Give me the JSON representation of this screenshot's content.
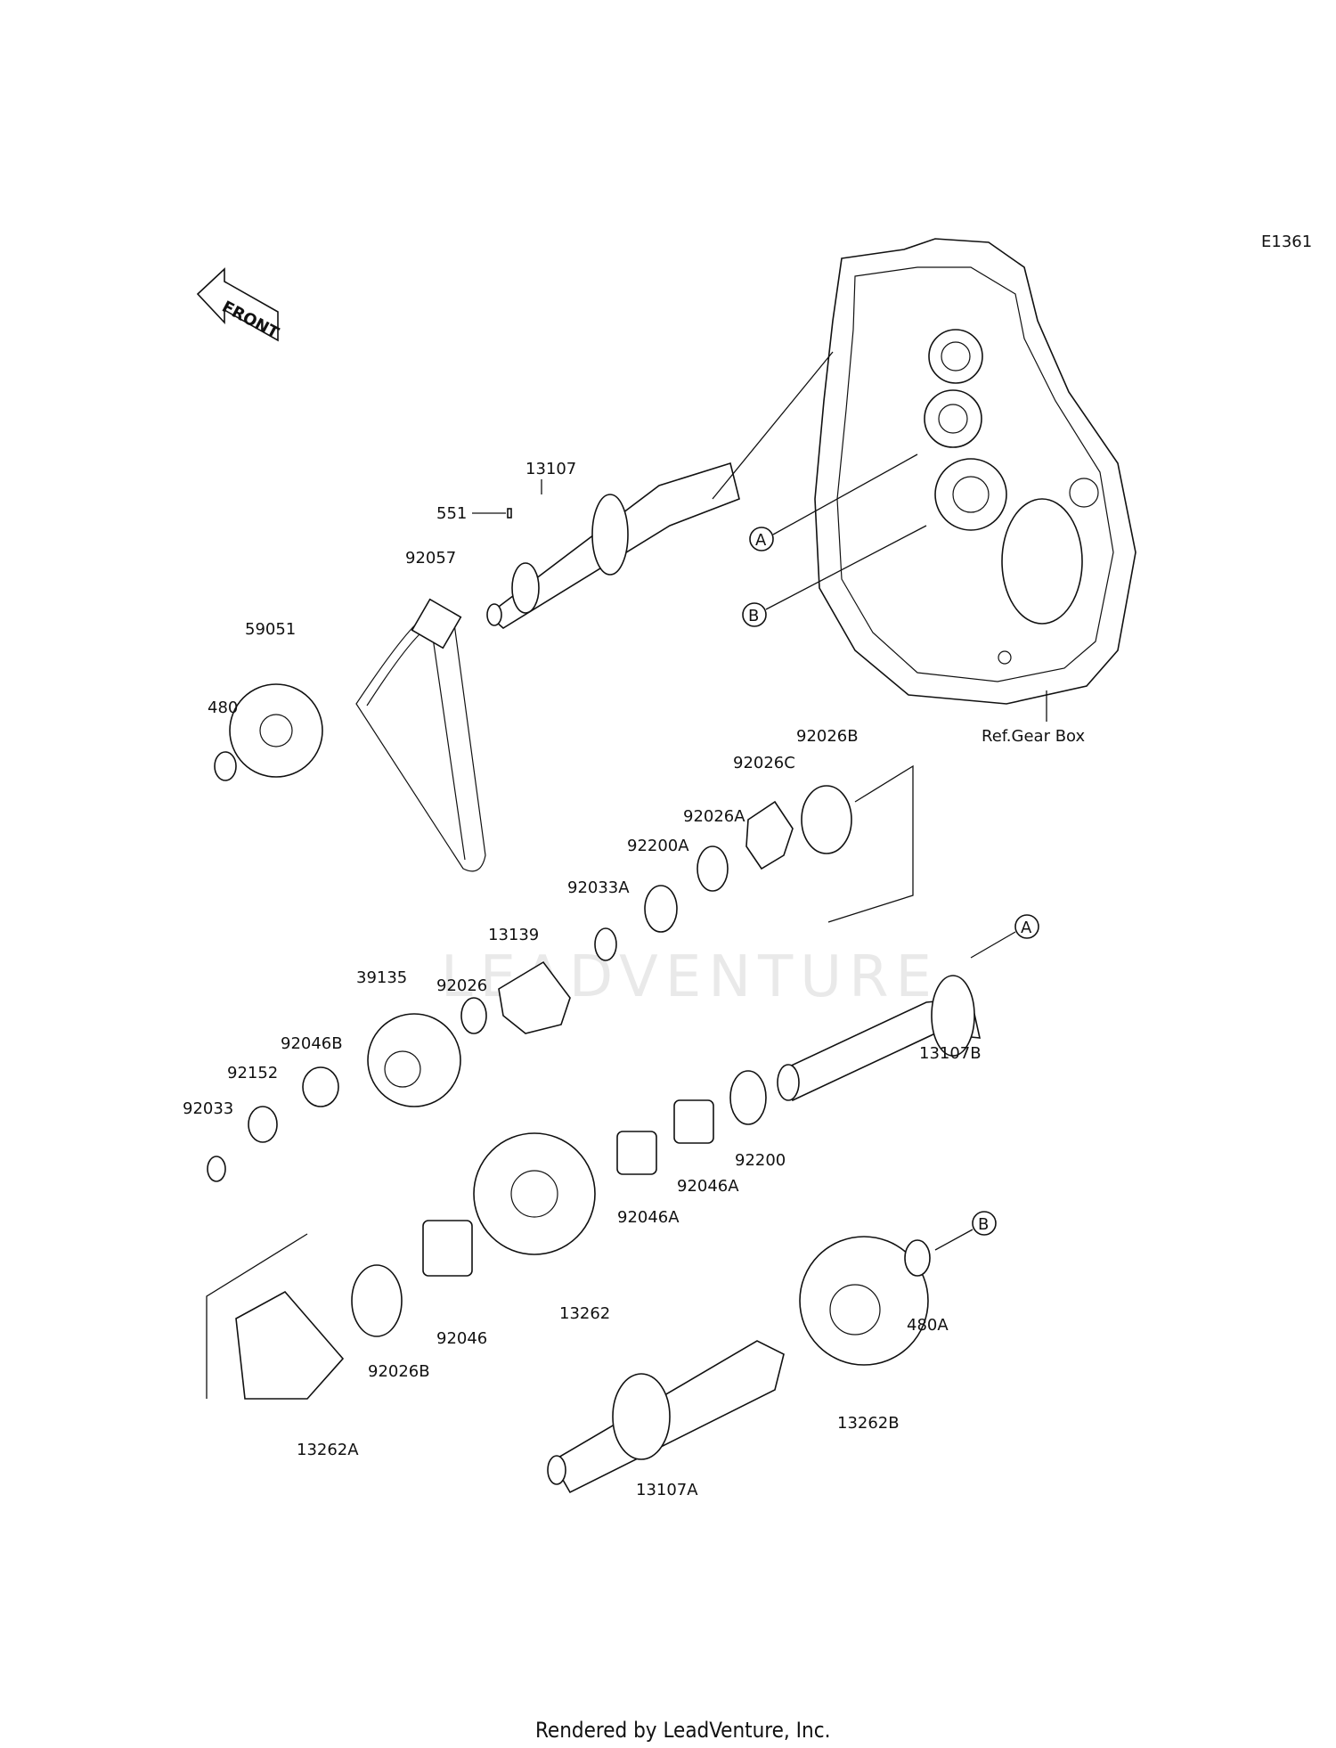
{
  "diagram_code": "E1361",
  "front_label": "FRONT",
  "reference_label": "Ref.Gear Box",
  "watermark": "LEADVENTURE",
  "footer": "Rendered by LeadVenture, Inc.",
  "callouts": [
    "A",
    "B"
  ],
  "parts": [
    "13107",
    "551",
    "92057",
    "59051",
    "480",
    "92026B",
    "92026C",
    "92026A",
    "92200A",
    "92033A",
    "13139",
    "39135",
    "92026",
    "92046B",
    "92152",
    "92033",
    "13107B",
    "92200",
    "92046A",
    "92046A",
    "13262",
    "92046",
    "92026B",
    "13262A",
    "480A",
    "13262B",
    "13107A"
  ]
}
